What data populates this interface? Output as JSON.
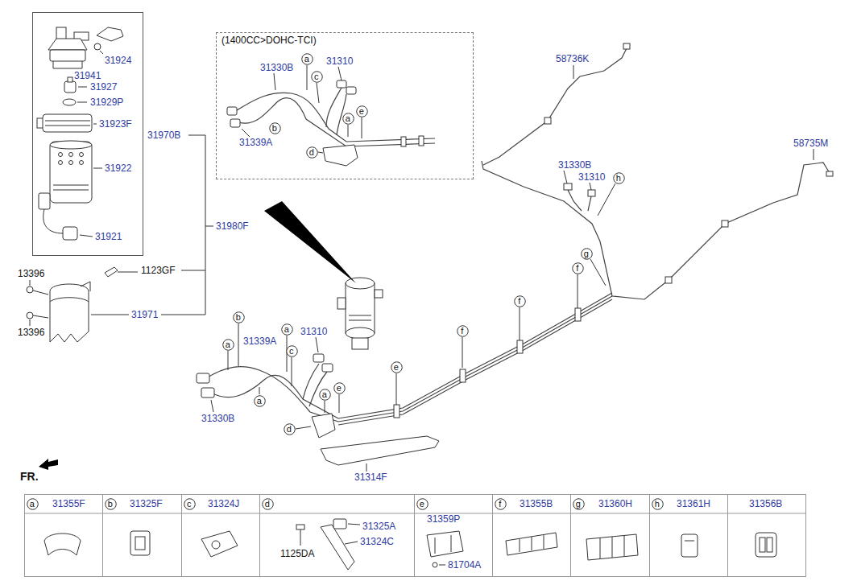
{
  "diagram": {
    "nodes": [
      {
        "text": [
          "31924",
          "31941",
          "31927",
          "31929P",
          "31923F",
          "31922",
          "31921"
        ]
      },
      {
        "text": [
          "(1400CC>DOHC-TCI)",
          "31310",
          "31330B",
          "31339A"
        ]
      },
      {
        "text": [
          "a"
        ],
        "in": 1
      },
      {
        "text": [
          "c"
        ],
        "in": 1
      },
      {
        "text": [
          "e"
        ],
        "in": 1
      },
      {
        "text": [
          "a"
        ],
        "in": 1
      },
      {
        "text": [
          "b"
        ],
        "in": 1
      },
      {
        "text": [
          "d"
        ],
        "in": 1
      },
      {
        "text": [
          "h"
        ]
      },
      {
        "text": [
          "g"
        ]
      },
      {
        "text": [
          "f"
        ]
      },
      {
        "text": [
          "f"
        ]
      },
      {
        "text": [
          "b"
        ]
      },
      {
        "text": [
          "f"
        ]
      },
      {
        "text": [
          "a"
        ]
      },
      {
        "text": [
          "a"
        ]
      },
      {
        "text": [
          "c"
        ]
      },
      {
        "text": [
          "e"
        ]
      },
      {
        "text": [
          "e"
        ]
      },
      {
        "text": [
          "a"
        ]
      },
      {
        "text": [
          "a"
        ]
      },
      {
        "text": [
          "d"
        ]
      },
      {
        "text": [
          "31355F"
        ]
      },
      {
        "text": [
          "a"
        ],
        "in": 22
      },
      {
        "text": [
          "31325F"
        ]
      },
      {
        "text": [
          "b"
        ],
        "in": 24
      },
      {
        "text": [
          "31324J"
        ]
      },
      {
        "text": [
          "c"
        ],
        "in": 26
      },
      {
        "text": [
          "31325A",
          "31324C",
          "1125DA"
        ]
      },
      {
        "text": [
          "d"
        ],
        "in": 28
      },
      {
        "text": [
          "31359P",
          "81704A"
        ]
      },
      {
        "text": [
          "e"
        ],
        "in": 30
      },
      {
        "text": [
          "31355B"
        ]
      },
      {
        "text": [
          "f"
        ],
        "in": 32
      },
      {
        "text": [
          "31360H"
        ]
      },
      {
        "text": [
          "g"
        ],
        "in": 34
      },
      {
        "text": [
          "31361H"
        ]
      },
      {
        "text": [
          "h"
        ],
        "in": 36
      },
      {
        "text": [
          "31356B"
        ]
      }
    ],
    "labels": [
      "58736K",
      "31970B",
      "58735M",
      "31330B",
      "31310",
      "31980F",
      "1123GF",
      "13396",
      "31971",
      "31310",
      "13396",
      "31339A",
      "31330B",
      "FR.",
      "31314F"
    ]
  }
}
